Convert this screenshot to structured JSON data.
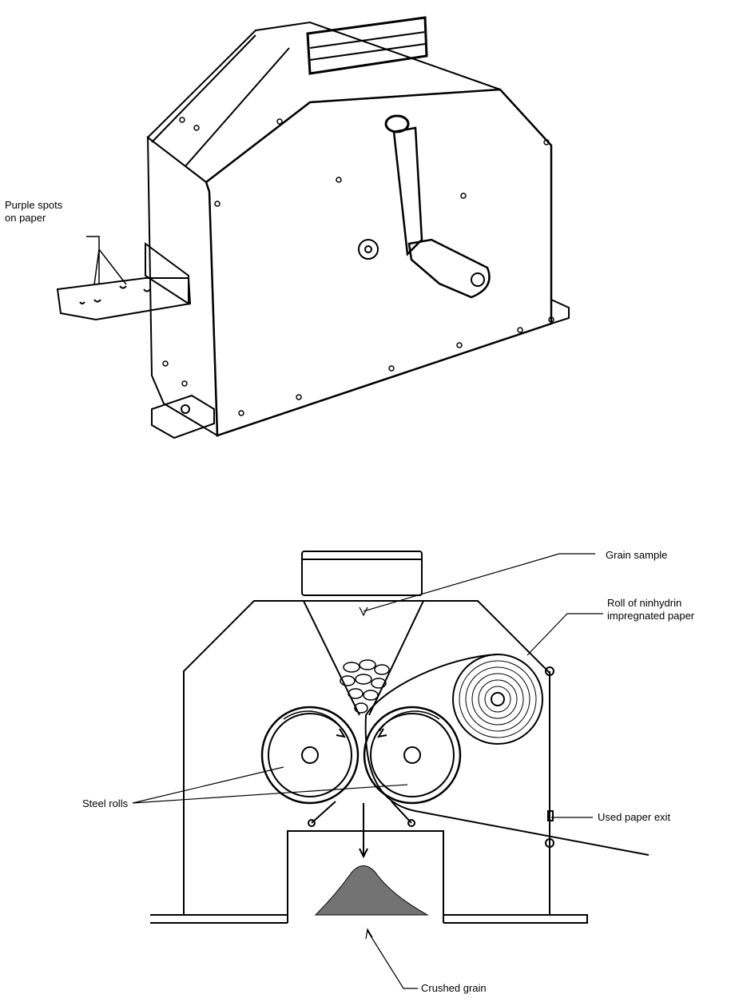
{
  "figure": {
    "top_labels": {
      "purple_spots": [
        "Purple spots",
        "on paper"
      ]
    },
    "bottom_labels": {
      "grain_sample": "Grain sample",
      "roll": [
        "Roll of ninhydrin",
        "impregnated paper"
      ],
      "steel_rolls": "Steel rolls",
      "used_paper_exit": "Used paper exit",
      "crushed_grain": "Crushed grain"
    },
    "colors": {
      "ink": "#000000",
      "paper": "#ffffff"
    }
  }
}
